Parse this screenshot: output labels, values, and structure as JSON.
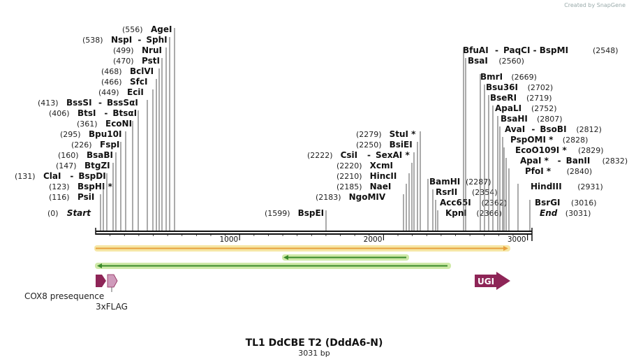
{
  "credit": "Created by SnapGene",
  "map": {
    "title": "TL1 DdCBE T2 (DddA6-N)",
    "length_label": "3031 bp",
    "length": 3031,
    "ticks": [
      "1000",
      "2000",
      "3000"
    ]
  },
  "sites": [
    {
      "pos": "(556)",
      "name": "AgeI"
    },
    {
      "pos": "(538)",
      "name": "NspI",
      "extra": "SphI"
    },
    {
      "pos": "(499)",
      "name": "NruI"
    },
    {
      "pos": "(470)",
      "name": "PstI"
    },
    {
      "pos": "(468)",
      "name": "BclVI"
    },
    {
      "pos": "(466)",
      "name": "SfcI"
    },
    {
      "pos": "(449)",
      "name": "EciI"
    },
    {
      "pos": "(413)",
      "name": "BssSI",
      "extra": "BssSαI"
    },
    {
      "pos": "(406)",
      "name": "BtsI",
      "extra": "BtsαI"
    },
    {
      "pos": "(361)",
      "name": "EcoNI"
    },
    {
      "pos": "(295)",
      "name": "Bpu10I"
    },
    {
      "pos": "(226)",
      "name": "FspI"
    },
    {
      "pos": "(160)",
      "name": "BsaBI"
    },
    {
      "pos": "(147)",
      "name": "BtgZI"
    },
    {
      "pos": "(131)",
      "name": "ClaI",
      "extra": "BspDI"
    },
    {
      "pos": "(123)",
      "name": "BspHI *"
    },
    {
      "pos": "(116)",
      "name": "PsiI"
    },
    {
      "pos": "(0)",
      "name": "Start"
    },
    {
      "pos": "(1599)",
      "name": "BspEI"
    },
    {
      "pos": "(2279)",
      "name": "StuI *"
    },
    {
      "pos": "(2250)",
      "name": "BsiEI"
    },
    {
      "pos": "(2222)",
      "name": "CsiI",
      "extra": "SexAI *"
    },
    {
      "pos": "(2220)",
      "name": "XcmI"
    },
    {
      "pos": "(2210)",
      "name": "HincII"
    },
    {
      "pos": "(2185)",
      "name": "NaeI"
    },
    {
      "pos": "(2183)",
      "name": "NgoMIV"
    },
    {
      "pos": "(2287)",
      "name": "BamHI"
    },
    {
      "pos": "(2354)",
      "name": "RsrII"
    },
    {
      "pos": "(2362)",
      "name": "Acc65I"
    },
    {
      "pos": "(2366)",
      "name": "KpnI"
    },
    {
      "pos": "(2548)",
      "name": "BfuAI",
      "extra": "PaqCI  -  BspMI"
    },
    {
      "pos": "(2560)",
      "name": "BsaI"
    },
    {
      "pos": "(2669)",
      "name": "BmrI"
    },
    {
      "pos": "(2702)",
      "name": "Bsu36I"
    },
    {
      "pos": "(2719)",
      "name": "BseRI"
    },
    {
      "pos": "(2752)",
      "name": "ApaLI"
    },
    {
      "pos": "(2807)",
      "name": "BsaHI"
    },
    {
      "pos": "(2812)",
      "name": "AvaI",
      "extra": "BsoBI"
    },
    {
      "pos": "(2828)",
      "name": "PspOMI *"
    },
    {
      "pos": "(2829)",
      "name": "EcoO109I *"
    },
    {
      "pos": "(2832)",
      "name": "ApaI *",
      "extra": "BanII"
    },
    {
      "pos": "(2840)",
      "name": "PfoI *"
    },
    {
      "pos": "(2931)",
      "name": "HindIII"
    },
    {
      "pos": "(3016)",
      "name": "BsrGI"
    },
    {
      "pos": "(3031)",
      "name": "End"
    }
  ],
  "features": [
    {
      "name": "COX8 presequence",
      "color": "#8e2557"
    },
    {
      "name": "3xFLAG",
      "color": "#cf9bbb"
    },
    {
      "name": "UGI",
      "color": "#8e2557"
    }
  ],
  "colors": {
    "orange_bar": "#e7a03c",
    "orange_glow": "#f6e7a6",
    "green_bar": "#3a8a2a",
    "green_glow": "#cfe9a8",
    "backbone": "#111111"
  }
}
